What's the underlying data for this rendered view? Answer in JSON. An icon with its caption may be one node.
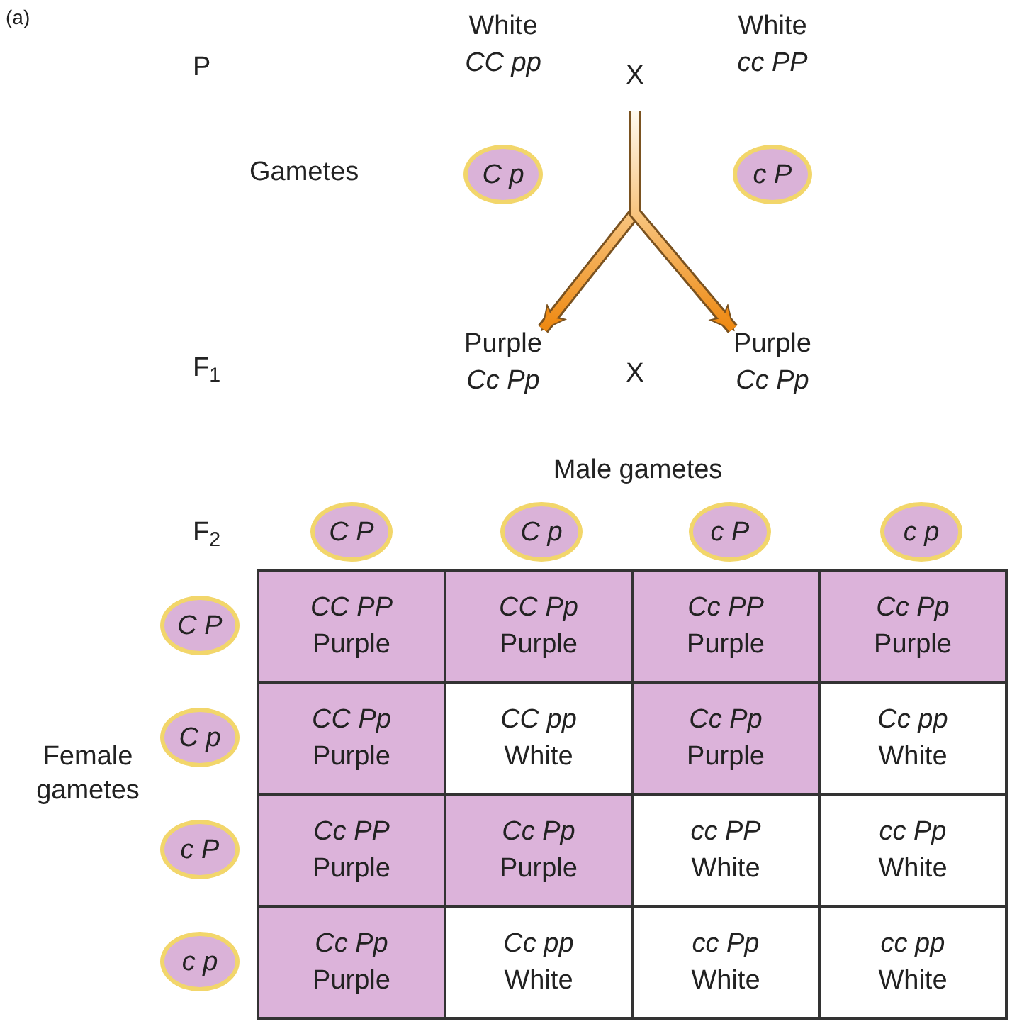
{
  "diagram": {
    "nodes": [
      {
        "text": [
          "White",
          "CC pp"
        ]
      },
      {
        "text": [
          "White",
          "cc PP"
        ]
      },
      {
        "text": [
          "C p"
        ]
      },
      {
        "text": [
          "c P"
        ]
      },
      {
        "text": [
          "Purple",
          "Cc Pp"
        ]
      },
      {
        "text": [
          "Purple",
          "Cc Pp"
        ]
      },
      {
        "text": [
          "C P"
        ]
      },
      {
        "text": [
          "C p"
        ]
      },
      {
        "text": [
          "c P"
        ]
      },
      {
        "text": [
          "c p"
        ]
      },
      {
        "text": [
          "C P"
        ]
      },
      {
        "text": [
          "CC PP",
          "Purple"
        ]
      },
      {
        "text": [
          "CC Pp",
          "Purple"
        ]
      },
      {
        "text": [
          "Cc PP",
          "Purple"
        ]
      },
      {
        "text": [
          "Cc Pp",
          "Purple"
        ]
      },
      {
        "text": [
          "C p"
        ]
      },
      {
        "text": [
          "CC Pp",
          "Purple"
        ]
      },
      {
        "text": [
          "CC pp",
          "White"
        ]
      },
      {
        "text": [
          "Cc Pp",
          "Purple"
        ]
      },
      {
        "text": [
          "Cc pp",
          "White"
        ]
      },
      {
        "text": [
          "c P"
        ]
      },
      {
        "text": [
          "Cc PP",
          "Purple"
        ]
      },
      {
        "text": [
          "Cc Pp",
          "Purple"
        ]
      },
      {
        "text": [
          "cc PP",
          "White"
        ]
      },
      {
        "text": [
          "cc Pp",
          "White"
        ]
      },
      {
        "text": [
          "c p"
        ]
      },
      {
        "text": [
          "Cc Pp",
          "Purple"
        ]
      },
      {
        "text": [
          "Cc pp",
          "White"
        ]
      },
      {
        "text": [
          "cc Pp",
          "White"
        ]
      },
      {
        "text": [
          "cc pp",
          "White"
        ]
      }
    ],
    "edges": [
      {
        "from": null,
        "to": 4,
        "arrow": "to"
      },
      {
        "from": null,
        "to": 5,
        "arrow": "to"
      }
    ],
    "labels": [
      "(a)",
      "P",
      "X",
      "Gametes",
      "F$_{1}$",
      "X",
      "Male gametes",
      "F$_{2}$",
      "Female gametes"
    ]
  }
}
